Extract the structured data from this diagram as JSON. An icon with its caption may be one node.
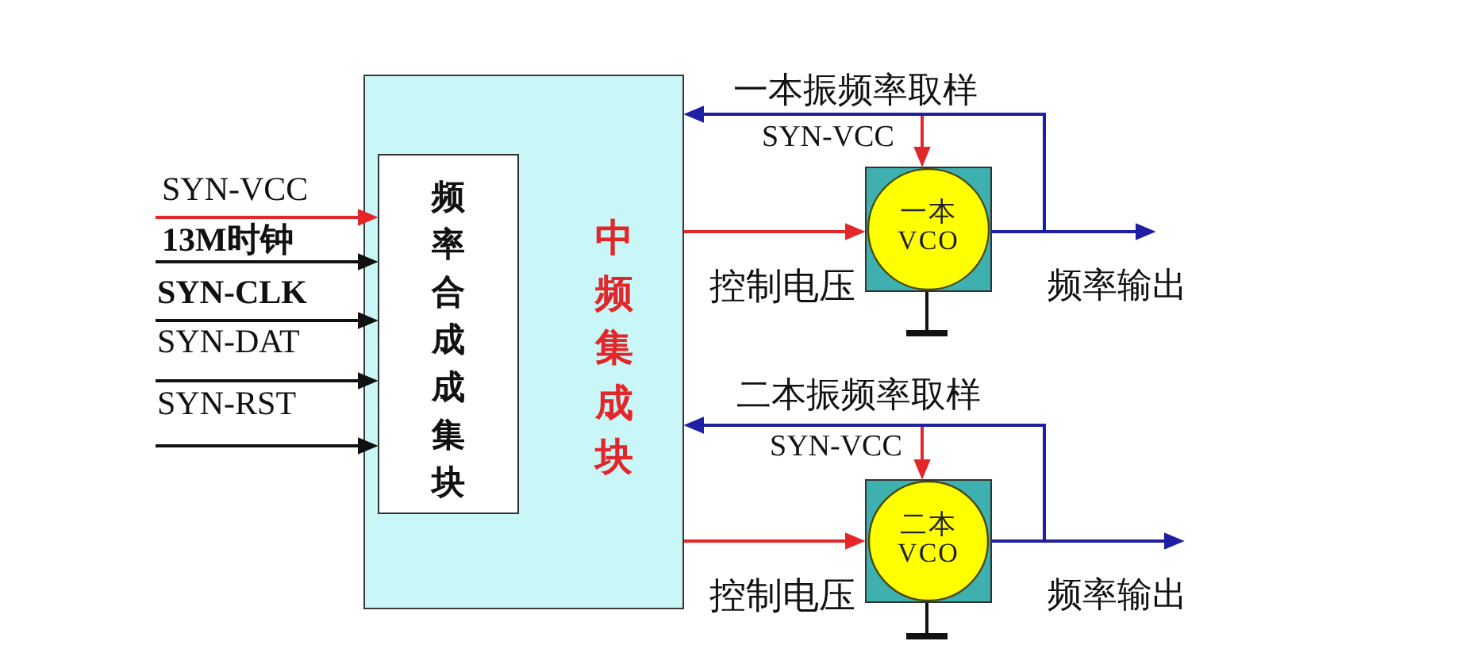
{
  "diagram": {
    "nodes": [
      {
        "text": [
          "中频集成块"
        ]
      },
      {
        "text": [
          "频率合成成集块"
        ],
        "in": 0
      },
      {
        "text": [
          "一本VCO"
        ]
      },
      {
        "text": [
          "二本VCO"
        ]
      }
    ],
    "edges": [
      {
        "from": null,
        "to": 1,
        "arrow": "to",
        "label": "SYN-VCC",
        "color": "#e3262a"
      },
      {
        "from": null,
        "to": 1,
        "arrow": "to",
        "label": "13M时钟",
        "color": "#111111"
      },
      {
        "from": null,
        "to": 1,
        "arrow": "to",
        "label": "SYN-CLK",
        "color": "#111111"
      },
      {
        "from": null,
        "to": 1,
        "arrow": "to",
        "label": "SYN-DAT",
        "color": "#111111"
      },
      {
        "from": null,
        "to": 1,
        "arrow": "to",
        "label": "SYN-RST",
        "color": "#111111"
      },
      {
        "from": 0,
        "to": 2,
        "arrow": "to",
        "label": "控制电压",
        "color": "#e3262a"
      },
      {
        "from": null,
        "to": 2,
        "arrow": "to",
        "label": "SYN-VCC",
        "color": "#e3262a"
      },
      {
        "from": 2,
        "to": 0,
        "arrow": "to",
        "label": "一本振频率取样",
        "color": "#1f1fa3"
      },
      {
        "from": 2,
        "to": null,
        "arrow": "to",
        "label": "频率输出",
        "color": "#1f1fa3"
      },
      {
        "from": 0,
        "to": 3,
        "arrow": "to",
        "label": "控制电压",
        "color": "#e3262a"
      },
      {
        "from": null,
        "to": 3,
        "arrow": "to",
        "label": "SYN-VCC",
        "color": "#e3262a"
      },
      {
        "from": 3,
        "to": 0,
        "arrow": "to",
        "label": "二本振频率取样",
        "color": "#1f1fa3"
      },
      {
        "from": 3,
        "to": null,
        "arrow": "to",
        "label": "频率输出",
        "color": "#1f1fa3"
      }
    ]
  }
}
